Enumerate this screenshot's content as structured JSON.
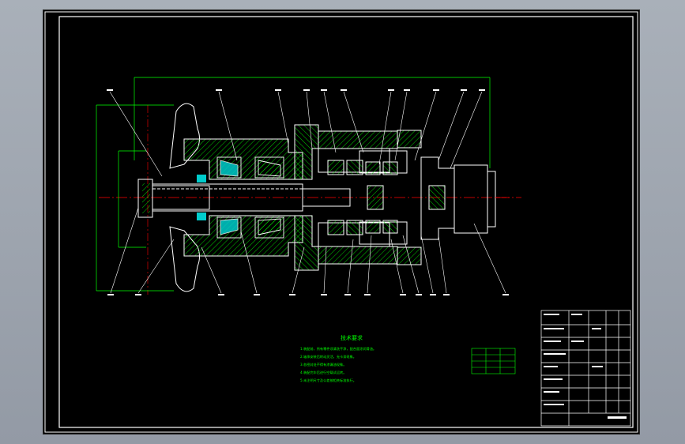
{
  "drawing": {
    "tech_title": "技术要求",
    "tech_notes": [
      "1.装配前，所有零件须清洗干净，配合面涂润滑油。",
      "2.轴承安装后转动灵活，无卡滞现象。",
      "3.各密封处不得有渗漏油现象。",
      "4.装配完毕后进行空载试运转。",
      "5.未注明尺寸及公差按相关标准执行。"
    ]
  },
  "colors": {
    "background": "#9aa1ab",
    "sheet": "#000000",
    "frame": "#ffffff",
    "part_outline": "#ffffff",
    "hatch": "#00ff00",
    "centerline": "#ff0000",
    "dimension": "#00ff00",
    "seal": "#00cccc",
    "text": "#00ff00"
  }
}
